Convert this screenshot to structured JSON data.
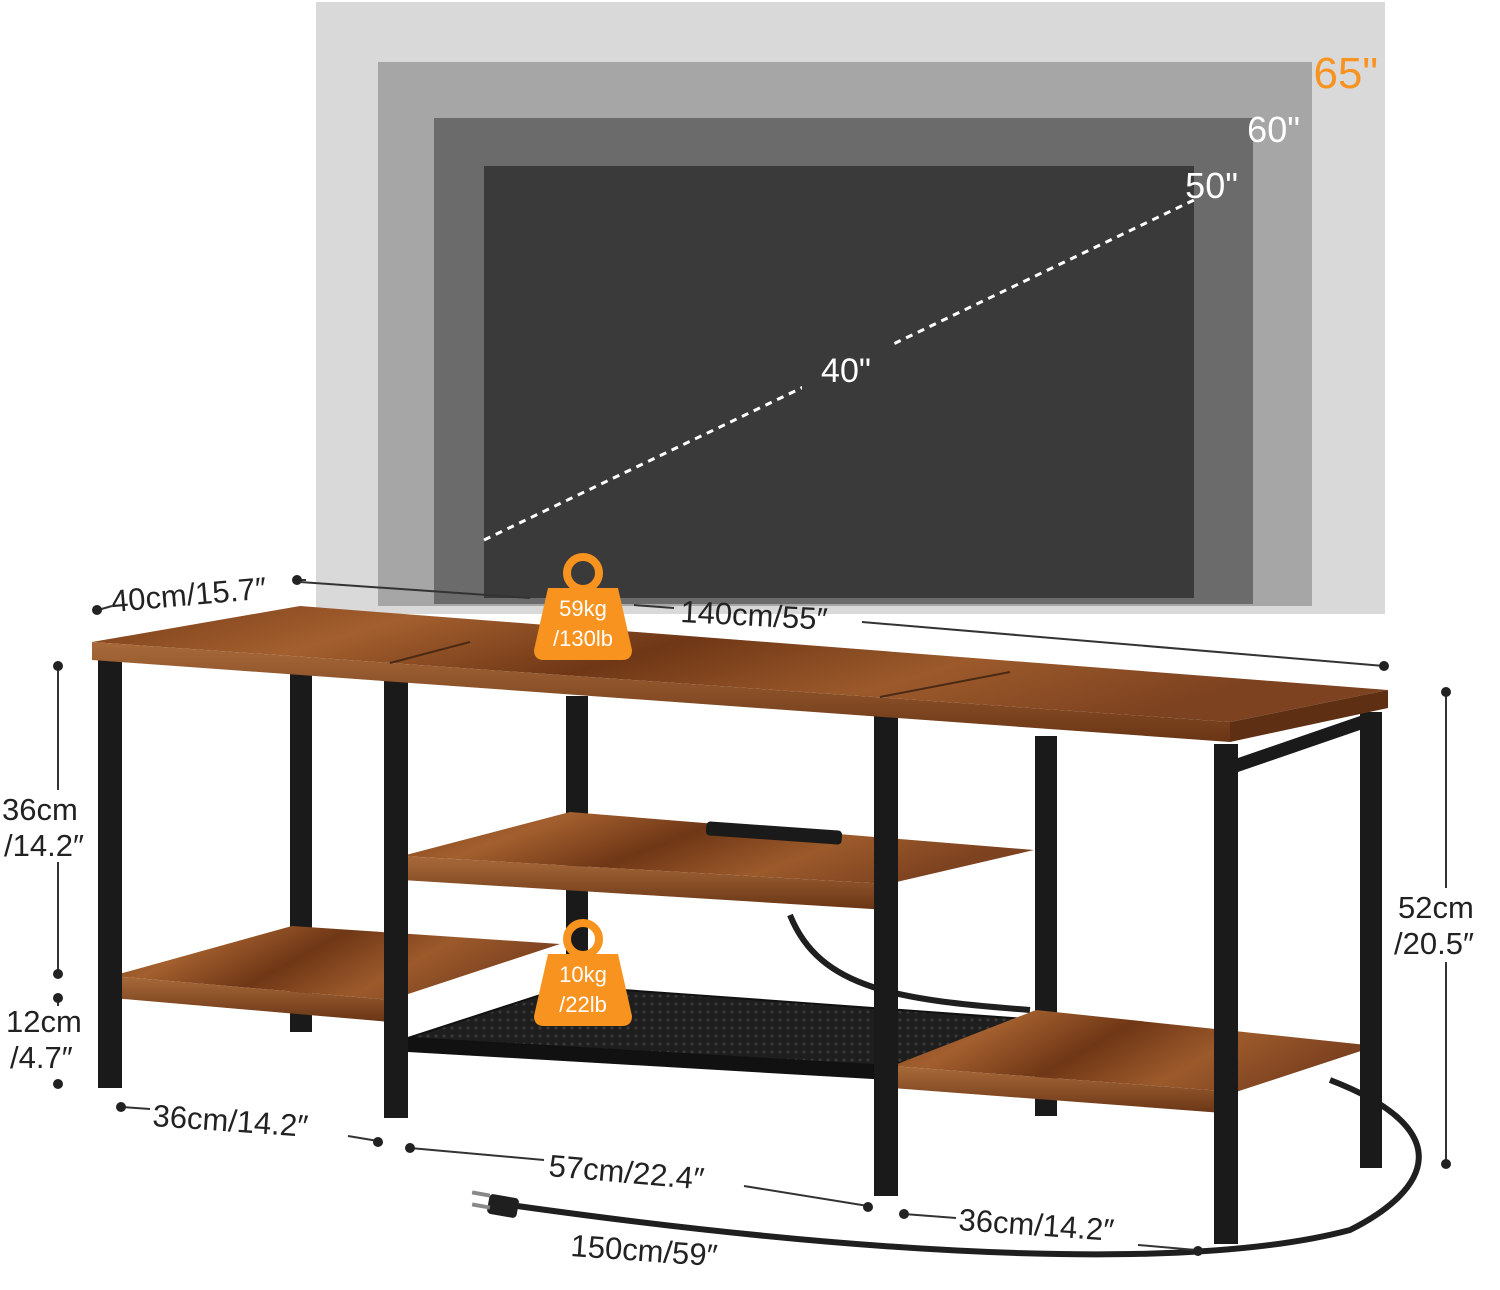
{
  "tv_sizes": {
    "size_65": "65\"",
    "size_60": "60\"",
    "size_50": "50\"",
    "size_40": "40\""
  },
  "load_capacity": {
    "top": {
      "line1": "59kg",
      "line2": "/130lb"
    },
    "middle": {
      "line1": "10kg",
      "line2": "/22lb"
    }
  },
  "dimensions": {
    "depth": "40cm/15.7″",
    "width": "140cm/55″",
    "upper_height": {
      "line1": "36cm",
      "line2": "/14.2″"
    },
    "lower_height": {
      "line1": "12cm",
      "line2": "/4.7″"
    },
    "total_height": {
      "line1": "52cm",
      "line2": "/20.5″"
    },
    "left_section": "36cm/14.2″",
    "middle_section": "57cm/22.4″",
    "right_section": "36cm/14.2″",
    "cable_length": "150cm/59″"
  },
  "colors": {
    "accent_orange": "#f7931e",
    "wood": "#8a4a22",
    "frame": "#1a1a1a",
    "tv_screen": "#3a3a3a"
  }
}
